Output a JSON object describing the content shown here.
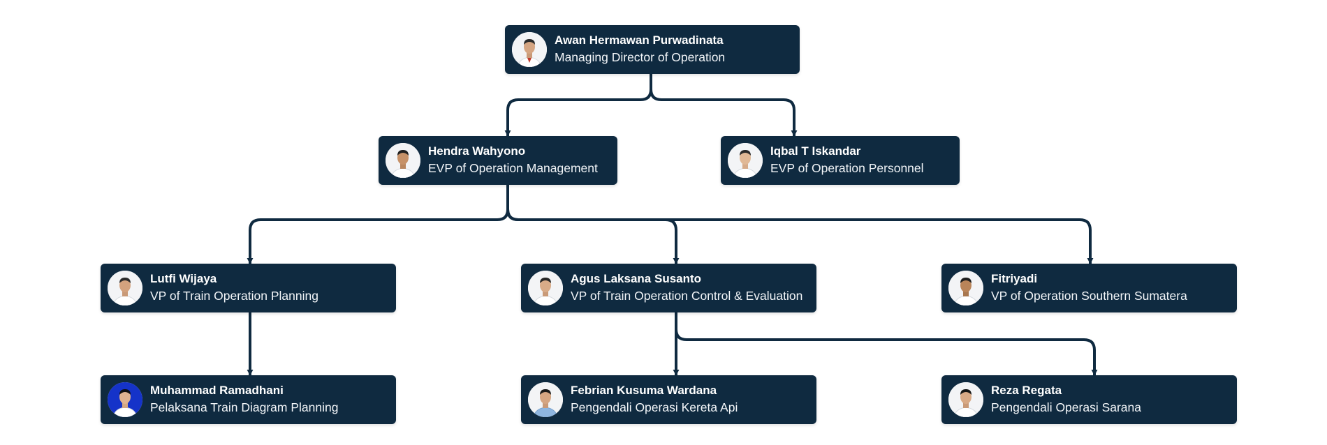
{
  "nodes": {
    "n1": {
      "name": "Awan Hermawan Purwadinata",
      "title": "Managing Director of Operation"
    },
    "n2": {
      "name": "Hendra Wahyono",
      "title": "EVP of Operation Management"
    },
    "n3": {
      "name": "Iqbal T Iskandar",
      "title": "EVP of Operation Personnel"
    },
    "n4": {
      "name": "Lutfi Wijaya",
      "title": "VP of Train Operation Planning"
    },
    "n5": {
      "name": "Agus Laksana Susanto",
      "title": "VP of Train Operation Control & Evaluation"
    },
    "n6": {
      "name": "Fitriyadi",
      "title": "VP of Operation Southern Sumatera"
    },
    "n7": {
      "name": "Muhammad Ramadhani",
      "title": "Pelaksana Train Diagram Planning"
    },
    "n8": {
      "name": "Febrian Kusuma Wardana",
      "title": "Pengendali Operasi Kereta Api"
    },
    "n9": {
      "name": "Reza Regata",
      "title": "Pengendali Operasi Sarana"
    }
  },
  "colors": {
    "node_background": "#0f2a40",
    "connector": "#0f2a40",
    "text": "#ffffff"
  }
}
